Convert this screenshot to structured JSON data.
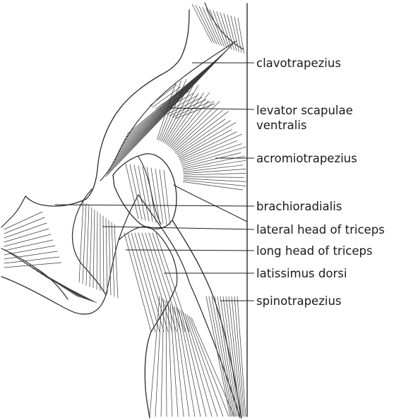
{
  "labels": {
    "clavotrapezius": "clavotrapezius",
    "levator_line1": "levator scapulae",
    "levator_line2": "ventralis",
    "acromiotrapezius": "acromiotrapezius",
    "brachioradialis": "brachioradialis",
    "lateral_triceps": "lateral head of triceps",
    "long_triceps": "long head of triceps",
    "latissimus": "latissimus dorsi",
    "spinotrapezius": "spinotrapezius"
  },
  "colors": {
    "ink": "#2a2a2a",
    "paper": "#ffffff"
  }
}
